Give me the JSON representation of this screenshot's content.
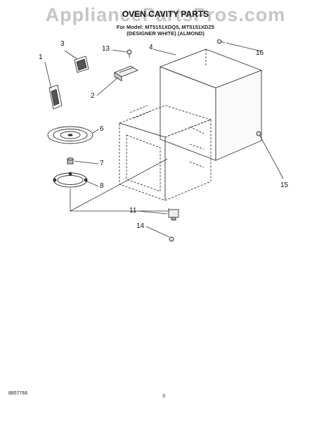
{
  "watermark": "AppliancePartsPros.com",
  "title": "OVEN CAVITY PARTS",
  "models_line": "For Model: MT5151XDQ5, MT5151XDZ5",
  "colors_line": "(DESIGNER WHITE) (ALMOND)",
  "callouts": [
    "1",
    "2",
    "3",
    "4",
    "6",
    "7",
    "8",
    "11",
    "13",
    "14",
    "15",
    "16"
  ],
  "footer": {
    "doc_number": "8857766",
    "page_number": "3"
  }
}
